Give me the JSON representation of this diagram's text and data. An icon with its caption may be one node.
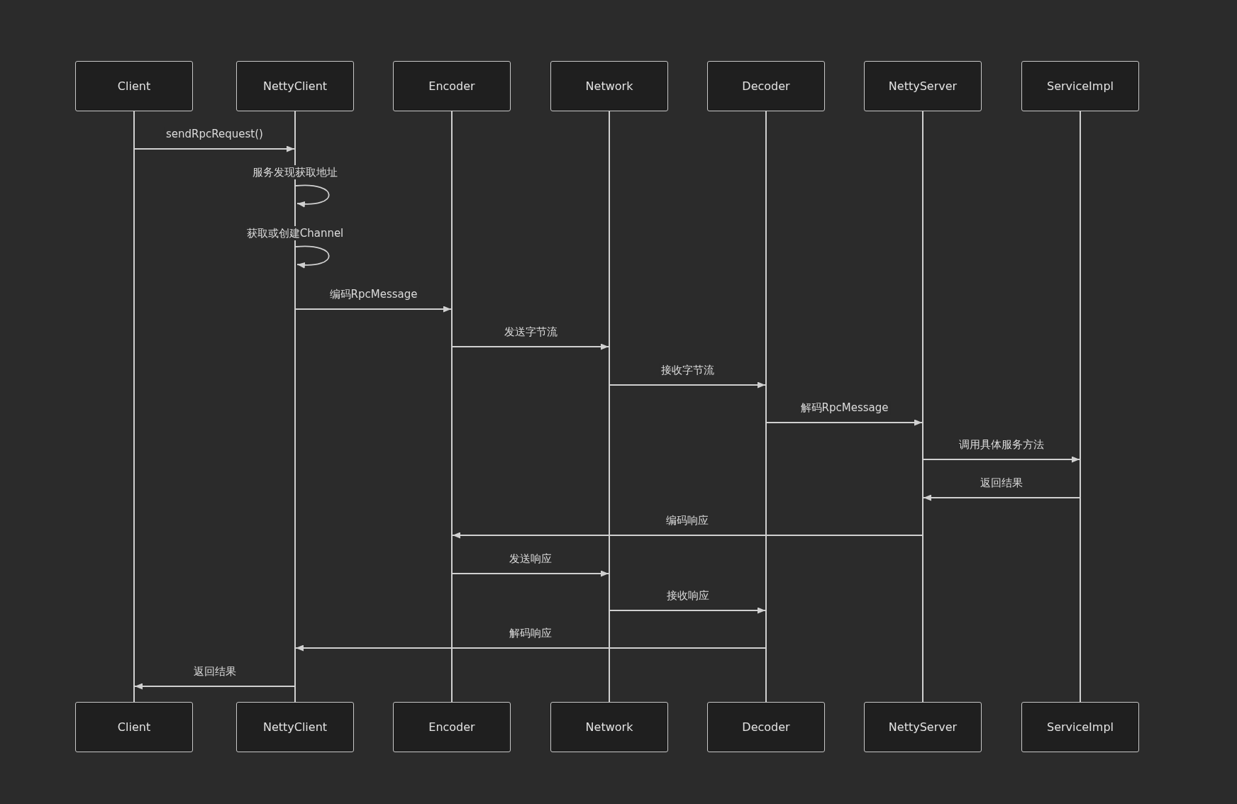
{
  "diagram": {
    "nodes": [
      {
        "text": [
          "Client"
        ]
      },
      {
        "text": [
          "NettyClient"
        ]
      },
      {
        "text": [
          "Encoder"
        ]
      },
      {
        "text": [
          "Network"
        ]
      },
      {
        "text": [
          "Decoder"
        ]
      },
      {
        "text": [
          "NettyServer"
        ]
      },
      {
        "text": [
          "ServiceImpl"
        ]
      },
      {
        "text": [],
        "shape": "bar"
      },
      {
        "text": [],
        "shape": "bar"
      },
      {
        "text": [],
        "shape": "bar"
      },
      {
        "text": [],
        "shape": "bar"
      },
      {
        "text": [],
        "shape": "bar"
      },
      {
        "text": [],
        "shape": "bar"
      },
      {
        "text": [],
        "shape": "bar"
      },
      {
        "text": [
          "Client"
        ]
      },
      {
        "text": [
          "NettyClient"
        ]
      },
      {
        "text": [
          "Encoder"
        ]
      },
      {
        "text": [
          "Network"
        ]
      },
      {
        "text": [
          "Decoder"
        ]
      },
      {
        "text": [
          "NettyServer"
        ]
      },
      {
        "text": [
          "ServiceImpl"
        ]
      }
    ],
    "edges": [
      {
        "from": 7,
        "to": 8,
        "arrow": "to",
        "label": "sendRpcRequest()"
      },
      {
        "from": 8,
        "to": 8,
        "arrow": "to",
        "label": "服务发现获取地址"
      },
      {
        "from": 8,
        "to": 8,
        "arrow": "to",
        "label": "获取或创建Channel"
      },
      {
        "from": 8,
        "to": 9,
        "arrow": "to",
        "label": "编码RpcMessage"
      },
      {
        "from": 9,
        "to": 10,
        "arrow": "to",
        "label": "发送字节流"
      },
      {
        "from": 10,
        "to": 11,
        "arrow": "to",
        "label": "接收字节流"
      },
      {
        "from": 11,
        "to": 12,
        "arrow": "to",
        "label": "解码RpcMessage"
      },
      {
        "from": 12,
        "to": 13,
        "arrow": "to",
        "label": "调用具体服务方法"
      },
      {
        "from": 13,
        "to": 12,
        "arrow": "to",
        "label": "返回结果"
      },
      {
        "from": 12,
        "to": 9,
        "arrow": "to",
        "label": "编码响应"
      },
      {
        "from": 9,
        "to": 10,
        "arrow": "to",
        "label": "发送响应"
      },
      {
        "from": 10,
        "to": 11,
        "arrow": "to",
        "label": "接收响应"
      },
      {
        "from": 11,
        "to": 8,
        "arrow": "to",
        "label": "解码响应"
      },
      {
        "from": 8,
        "to": 7,
        "arrow": "to",
        "label": "返回结果"
      }
    ]
  }
}
